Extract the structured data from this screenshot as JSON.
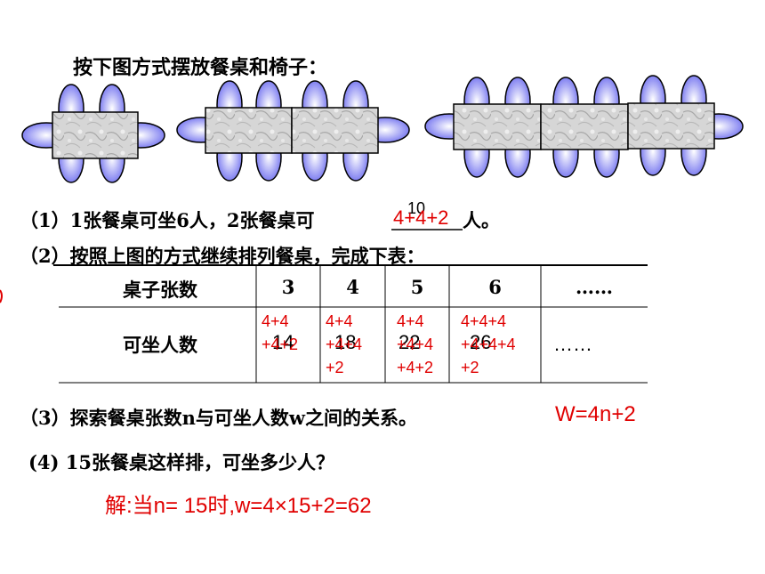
{
  "title": "按下图方式摆放餐桌和椅子：",
  "q1": {
    "prefix": "（1）1张餐桌可坐6人，2张餐桌可",
    "blank_black": "10",
    "blank_red": "4+4+2",
    "suffix": "人。"
  },
  "q2": "（2）按照上图的方式继续排列餐桌，完成下表：",
  "table": {
    "row1_header": "桌子张数",
    "row2_header": "可坐人数",
    "counts": [
      "3",
      "4",
      "5",
      "6",
      "……"
    ],
    "people": [
      "14",
      "18",
      "22",
      "26",
      "……"
    ],
    "red_notes": [
      [
        "4+4",
        "+4+2"
      ],
      [
        "4+4",
        "+4+4",
        "+2"
      ],
      [
        "4+4",
        "+4+4",
        "+4+2"
      ],
      [
        "4+4+4",
        "+4+4+4",
        "+2"
      ]
    ]
  },
  "q3": {
    "text": "（3）探索餐桌张数n与可坐人数w之间的关系。",
    "answer": "W=4n+2"
  },
  "q4": {
    "text": "(4)  15张餐桌这样排，可坐多少人？",
    "solution": "解:当n= 15时,w=4×15+2=62"
  },
  "colors": {
    "answer": "#e00000",
    "chair": "#8080f0",
    "table_fill": "#c8c8c8"
  }
}
